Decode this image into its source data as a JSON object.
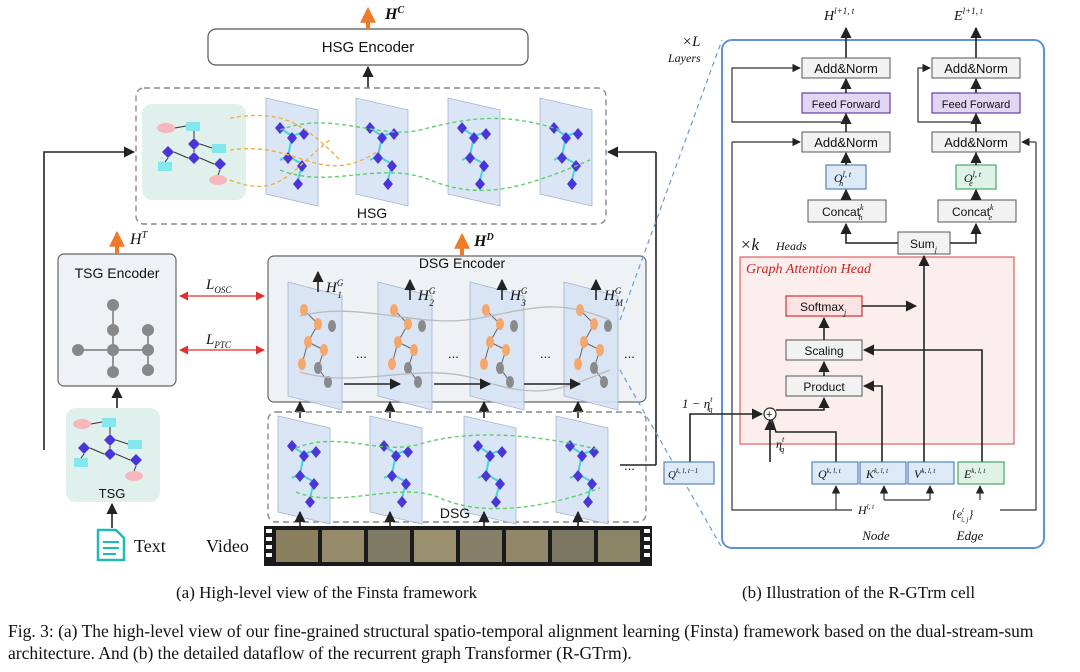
{
  "left": {
    "hsg_encoder": "HSG Encoder",
    "hsg_label": "HSG",
    "h_c": "H",
    "h_c_sup": "C",
    "tsg_encoder": "TSG Encoder",
    "h_t": "H",
    "h_t_sup": "T",
    "dsg_encoder": "DSG Encoder",
    "h_d": "H",
    "h_d_sup": "D",
    "dsg_label": "DSG",
    "tsg_label": "TSG",
    "l_osc": "L",
    "l_osc_sub": "OSC",
    "l_ptc": "L",
    "l_ptc_sub": "PTC",
    "hg_sub": [
      "1",
      "2",
      "3",
      "M"
    ],
    "hg_sup": "G",
    "ellipsis": "...",
    "text_label": "Text",
    "video_label": "Video",
    "dots": "…"
  },
  "right": {
    "layers_mult": "×L",
    "layers_label": "Layers",
    "h_out": "H",
    "h_out_sup": "l+1, t",
    "e_out": "E",
    "e_out_sup": "l+1, t",
    "add_norm": "Add&Norm",
    "feed_forward": "Feed Forward",
    "o_h": "O",
    "o_h_sup": "l, t",
    "o_h_sub": "h",
    "o_e": "O",
    "o_e_sup": "l, t",
    "o_e_sub": "e",
    "concat": "Concat",
    "concat_sup": "k",
    "concat_sub_h": "h",
    "concat_sub_e": "e",
    "sum": "Sum",
    "sum_sub": "j",
    "heads_mult": "×k",
    "heads_label": "Heads",
    "gat_title": "Graph Attention Head",
    "softmax": "Softmax",
    "softmax_sub": "j",
    "scaling": "Scaling",
    "product": "Product",
    "one_minus_eta": "1 − η",
    "eta": "η",
    "eta_sup": "t",
    "eta_sub": "q",
    "q_prev": "Q",
    "q_prev_sup": "k, l, t−1",
    "q": "Q",
    "k": "K",
    "v": "V",
    "e": "E",
    "qkve_sup": "k, l, t",
    "h_in": "H",
    "h_in_sup": "l, t",
    "e_in": "{e",
    "e_in_sup": "t",
    "e_in_sub": "i, j",
    "node_label": "Node",
    "edge_label": "Edge"
  },
  "captions": {
    "a": "(a) High-level view of the Finsta framework",
    "b": "(b) Illustration of the R-GTrm cell",
    "figure": "Fig. 3: (a) The high-level view of our fine-grained structural spatio-temporal alignment learning (Finsta) framework based on the dual-stream-sum architecture. And (b) the detailed dataflow of the recurrent graph Transformer (R-GTrm)."
  }
}
